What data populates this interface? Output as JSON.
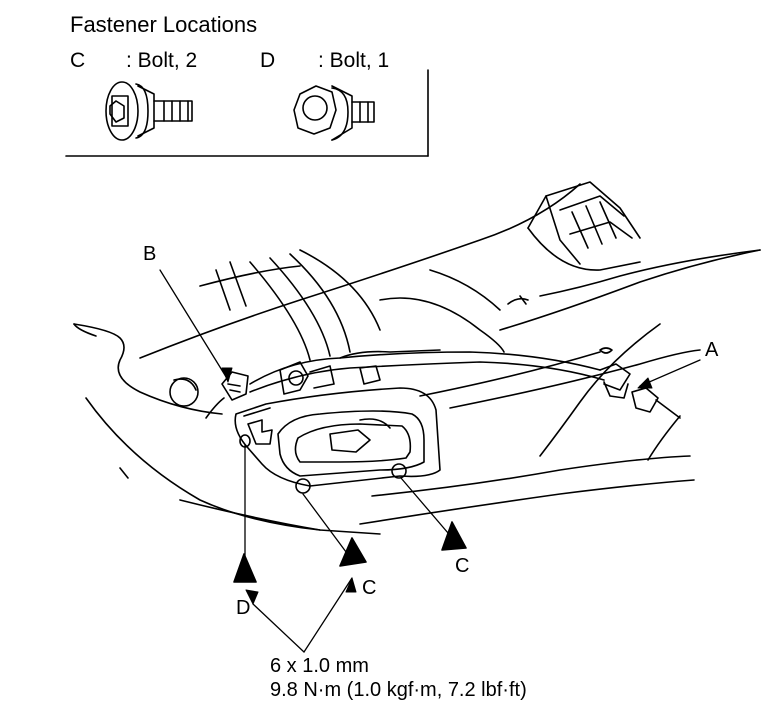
{
  "legend": {
    "title": "Fastener Locations",
    "items": [
      {
        "letter": "C",
        "desc": ": Bolt, 2",
        "icon": "flange-bolt-socket-head-icon"
      },
      {
        "letter": "D",
        "desc": ": Bolt, 1",
        "icon": "flange-bolt-hex-head-icon"
      }
    ]
  },
  "callouts": {
    "a": "A",
    "b": "B",
    "c1": "C",
    "c2": "C",
    "d": "D"
  },
  "spec": {
    "size": "6 x 1.0 mm",
    "torque": "9.8 N·m (1.0 kgf·m, 7.2 lbf·ft)"
  }
}
